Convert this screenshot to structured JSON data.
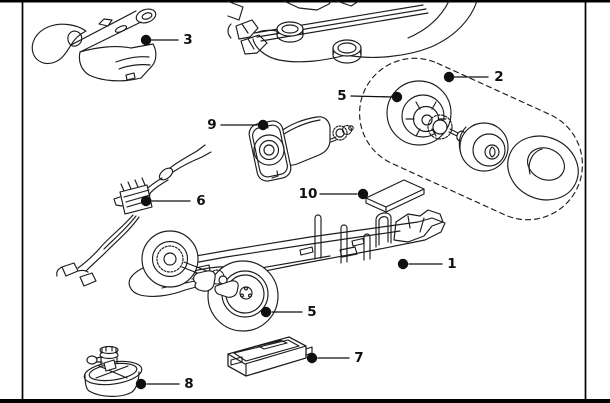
{
  "colors": {
    "background": "#ffffff",
    "line": "#1c1c1c",
    "label": "#101010",
    "frame": "#000000"
  },
  "callouts": [
    {
      "label": "3"
    },
    {
      "label": "2"
    },
    {
      "label": "5"
    },
    {
      "label": "9"
    },
    {
      "label": "10"
    },
    {
      "label": "6"
    },
    {
      "label": "1"
    },
    {
      "label": "5"
    },
    {
      "label": "7"
    },
    {
      "label": "8"
    }
  ]
}
